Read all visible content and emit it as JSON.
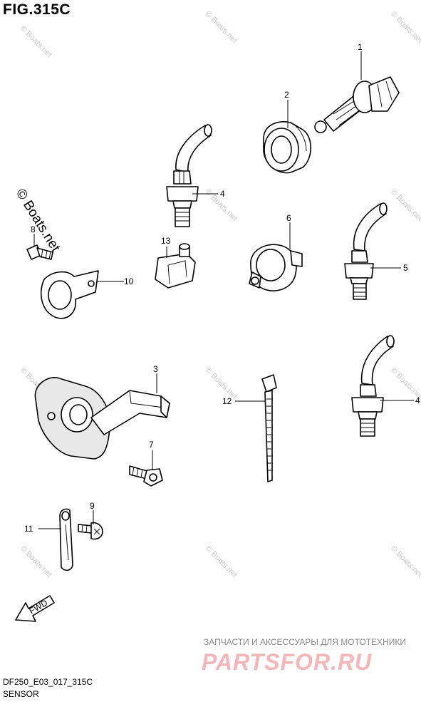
{
  "figure": {
    "title": "FIG.315C",
    "model_code": "DF250_E03_017_315C",
    "section": "SENSOR"
  },
  "watermark": {
    "small": "© Boats.net",
    "large": "© Boats.net"
  },
  "callouts": [
    "1",
    "2",
    "3",
    "4",
    "4",
    "5",
    "6",
    "7",
    "8",
    "9",
    "10",
    "11",
    "12",
    "13"
  ],
  "fwd_label": "FWD",
  "ad": {
    "tagline": "ЗАПЧАСТИ И АКСЕССУАРЫ ДЛЯ МОТОТЕХНИКИ",
    "logo": "PARTSFOR.RU"
  }
}
